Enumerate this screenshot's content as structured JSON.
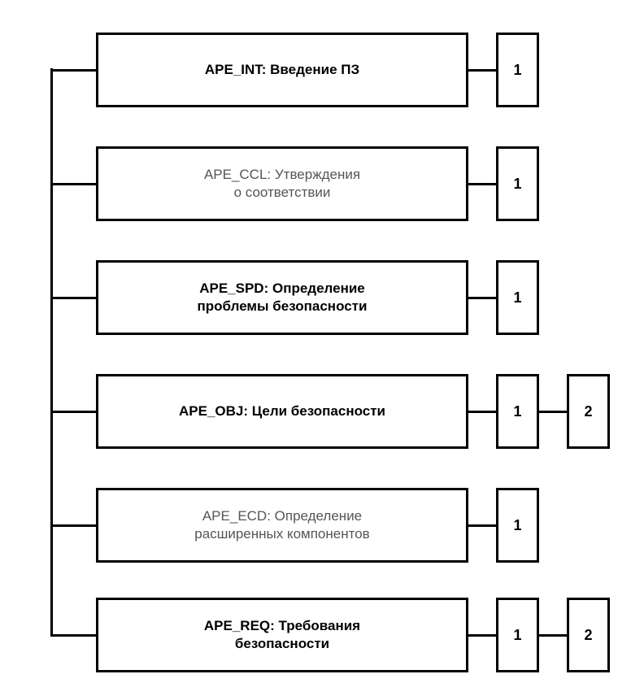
{
  "families": [
    {
      "label": "APE_INT: Введение ПЗ",
      "emphasis": "bold",
      "levels": [
        "1"
      ]
    },
    {
      "label": "APE_CCL: Утверждения\nо соответствии",
      "emphasis": "light",
      "levels": [
        "1"
      ]
    },
    {
      "label": "APE_SPD: Определение\nпроблемы безопасности",
      "emphasis": "bold",
      "levels": [
        "1"
      ]
    },
    {
      "label": "APE_OBJ: Цели безопасности",
      "emphasis": "bold",
      "levels": [
        "1",
        "2"
      ]
    },
    {
      "label": "APE_ECD: Определение\nрасширенных компонентов",
      "emphasis": "light",
      "levels": [
        "1"
      ]
    },
    {
      "label": "APE_REQ: Требования\nбезопасности",
      "emphasis": "bold",
      "levels": [
        "1",
        "2"
      ]
    }
  ]
}
